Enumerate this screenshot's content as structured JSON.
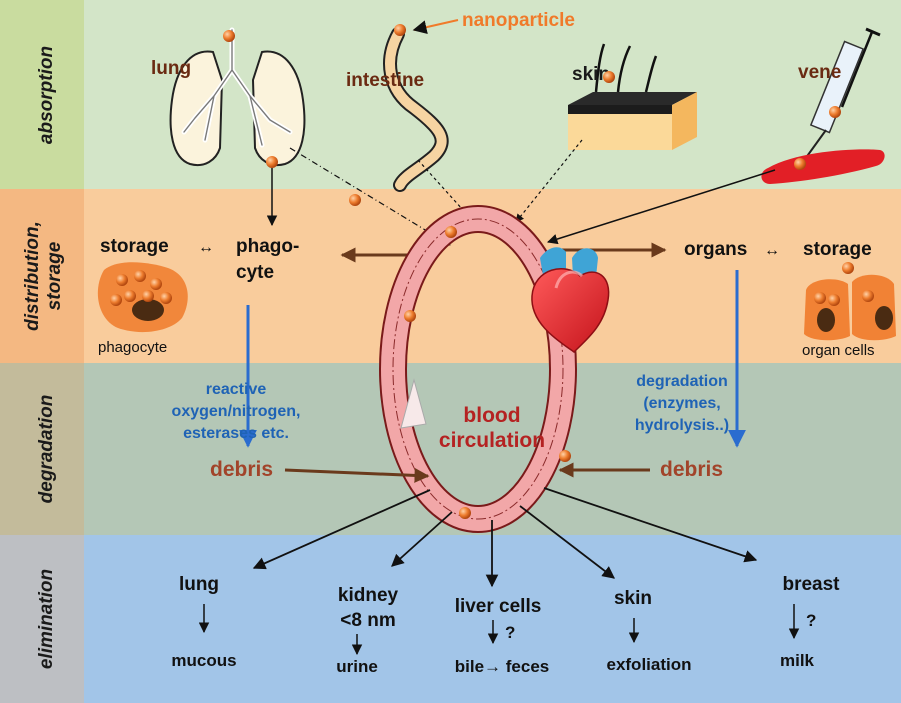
{
  "stages": {
    "absorption": "absorption",
    "distribution_line1": "distribution,",
    "distribution_line2": "storage",
    "degradation": "degradation",
    "elimination": "elimination"
  },
  "absorption": {
    "nanoparticle": "nanoparticle",
    "lung": "lung",
    "intestine": "intestine",
    "skin": "skin",
    "vene": "vene"
  },
  "distribution": {
    "storage_left": "storage",
    "phago_line1": "phago-",
    "phago_line2": "cyte",
    "phagocyte_caption": "phagocyte",
    "organs": "organs",
    "storage_right": "storage",
    "organ_cells_caption": "organ cells"
  },
  "degradation": {
    "left_line1": "reactive",
    "left_line2": "oxygen/nitrogen,",
    "left_line3": "esterases etc.",
    "right_line1": "degradation",
    "right_line2": "(enzymes,",
    "right_line3": "hydrolysis..)",
    "debris_left": "debris",
    "debris_right": "debris",
    "blood_line1": "blood",
    "blood_line2": "circulation"
  },
  "elimination": {
    "lung": "lung",
    "mucous": "mucous",
    "kidney": "kidney",
    "kidney_size": "<8 nm",
    "urine": "urine",
    "liver": "liver cells",
    "liver_q": "?",
    "bile_feces": "bile→ feces",
    "skin": "skin",
    "exfoliation": "exfoliation",
    "breast": "breast",
    "breast_q": "?",
    "milk": "milk"
  },
  "colors": {
    "absorption_band": "#d3e5c8",
    "distribution_band": "#f9cc9c",
    "degradation_band": "#b4c7b6",
    "elimination_band": "#a2c5e8",
    "label_col_1": "#c9dc9f",
    "label_col_2": "#f4b882",
    "label_col_3": "#c3bb9b",
    "label_col_4": "#bdbfc3",
    "orange_text": "#f07a2a",
    "blue_text": "#1f63b5",
    "debris_text": "#a2442a",
    "blood_text": "#b52222",
    "ring_fill": "#f2a7a8",
    "particle": "#e8702a",
    "vein": "#e21f26"
  },
  "icons": [
    "lung-illustration",
    "intestine-illustration",
    "skin-block-illustration",
    "syringe-icon",
    "heart-illustration",
    "phagocyte-cell-illustration",
    "organ-cells-illustration"
  ]
}
